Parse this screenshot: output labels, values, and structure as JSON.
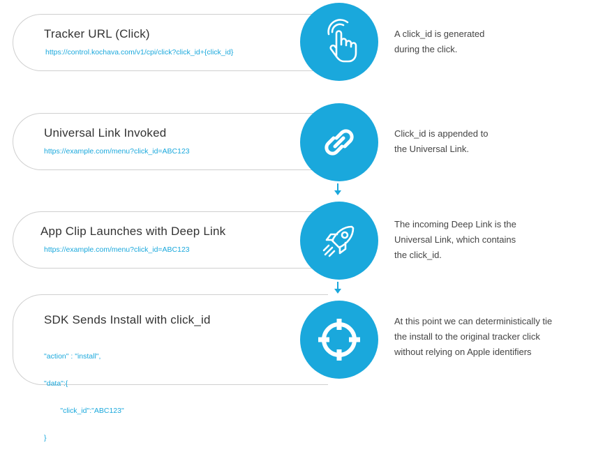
{
  "steps": [
    {
      "title": "Tracker URL (Click)",
      "url": "https://control.kochava.com/v1/cpi/click?click_id+{click_id}",
      "icon": "tap-hand-icon",
      "desc": [
        "A click_id is generated",
        "during the click."
      ]
    },
    {
      "title": "Universal Link Invoked",
      "url": "https://example.com/menu?click_id=ABC123",
      "icon": "link-icon",
      "desc": [
        "Click_id is appended to",
        "the Universal Link."
      ]
    },
    {
      "title": "App Clip Launches with Deep Link",
      "url": "https://example.com/menu?click_id=ABC123",
      "icon": "rocket-icon",
      "desc": [
        "The incoming Deep Link is the",
        "Universal Link, which contains",
        "the click_id."
      ]
    },
    {
      "title": "SDK Sends Install with click_id",
      "code": [
        "\"action\" : \"install\",",
        "\"data\":{",
        "        \"click_id\":\"ABC123\"",
        "}"
      ],
      "icon": "crosshair-icon",
      "desc": [
        "At this point we can deterministically tie",
        "the install to the original tracker click",
        "without relying on Apple identifiers"
      ]
    }
  ],
  "colors": {
    "accent": "#1aa8dc",
    "border": "#cfcfcf",
    "title": "#333333",
    "desc": "#444444"
  }
}
